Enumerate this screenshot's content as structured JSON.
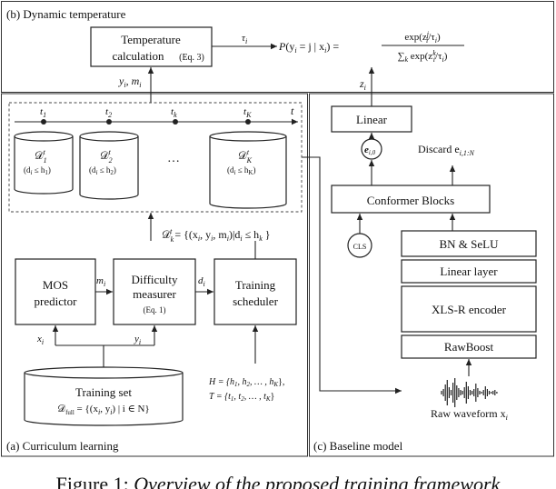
{
  "panels": {
    "b_title": "(b) Dynamic temperature",
    "a_title": "(a) Curriculum learning",
    "c_title": "(c) Baseline model"
  },
  "temperature": {
    "label_line1": "Temperature",
    "label_line2": "calculation",
    "label_ref": "(Eq. 3)",
    "tau": "τ",
    "tau_sub": "i",
    "input_y": "y",
    "input_m": "m",
    "input_sub": "i",
    "formula_lhs_p": "P",
    "formula_lhs_args": "(y",
    "formula_lhs_i": "i",
    "formula_lhs_rest": " = j | x",
    "formula_lhs_end": ") =",
    "formula_num": "exp(z",
    "formula_num_sup": "j",
    "formula_num_mid": "/τ",
    "formula_num_end": ")",
    "formula_den_sum": "∑",
    "formula_den_k": "k",
    "formula_den": " exp(z",
    "formula_den_sup": "k",
    "formula_den_mid": "/τ",
    "formula_den_end": ")",
    "formula_i": "i"
  },
  "timeline": {
    "axis_label": "t",
    "ticks": [
      {
        "base": "t",
        "sub": "1"
      },
      {
        "base": "t",
        "sub": "2"
      },
      {
        "base": "t",
        "sub": "k"
      },
      {
        "base": "t",
        "sub": "K"
      }
    ],
    "ellipsis": "…"
  },
  "datasets": [
    {
      "name": "𝒟",
      "sub": "1",
      "sup": "t",
      "cond": "(d",
      "cond_i": "i",
      "cond_rest": " ≤ h",
      "cond_sub": "1",
      "cond_end": ")"
    },
    {
      "name": "𝒟",
      "sub": "2",
      "sup": "t",
      "cond": "(d",
      "cond_i": "i",
      "cond_rest": " ≤ h",
      "cond_sub": "2",
      "cond_end": ")"
    },
    {
      "name": "𝒟",
      "sub": "K",
      "sup": "t",
      "cond": "(d",
      "cond_i": "i",
      "cond_rest": " ≤ h",
      "cond_sub": "K",
      "cond_end": ")"
    }
  ],
  "curriculum": {
    "dk_formula": "𝒟",
    "dk_sub": "k",
    "dk_sup": "t",
    "dk_rest": " = {(x",
    "dk_i1": "i",
    "dk_y": ", y",
    "dk_i2": "i",
    "dk_m": ", m",
    "dk_i3": "i",
    "dk_d": ")|d",
    "dk_i4": "i",
    "dk_h": " ≤ h",
    "dk_k": "k",
    "dk_end": " }",
    "mos_line1": "MOS",
    "mos_line2": "predictor",
    "diff_line1": "Difficulty",
    "diff_line2": "measurer",
    "diff_ref": "(Eq. 1)",
    "sched_line1": "Training",
    "sched_line2": "scheduler",
    "m_label": "m",
    "d_label": "d",
    "x_label": "x",
    "y_label": "y",
    "var_sub": "i",
    "training_set": "Training set",
    "full_set": "𝒟",
    "full_sub": "full",
    "full_rest": " = {(x",
    "full_i1": "i",
    "full_y": ", y",
    "full_i2": "i",
    "full_end": ") | i ∈ N}",
    "H_def": "H = {h",
    "H_s1": "1",
    "H_h2": ", h",
    "H_s2": "2",
    "H_mid": ", … , h",
    "H_sK": "K",
    "H_end": "},",
    "T_def": "T = {t",
    "T_s1": "1",
    "T_t2": ", t",
    "T_s2": "2",
    "T_mid": ", … , t",
    "T_sK": "K",
    "T_end": "}"
  },
  "baseline": {
    "linear": "Linear",
    "z_label": "z",
    "z_sub": "i",
    "e0": "e",
    "e0_sub": "i,0",
    "discard": "Discard e",
    "discard_sub": "i,1:N",
    "conformer": "Conformer Blocks",
    "cls": "CLS",
    "bn": "BN & SeLU",
    "linear_layer": "Linear layer",
    "xlsr": "XLS-R encoder",
    "rawboost": "RawBoost",
    "raw_label": "Raw waveform x",
    "raw_sub": "i"
  },
  "caption": {
    "prefix": "Figure 1: ",
    "body": "Overview of the proposed training framework"
  }
}
